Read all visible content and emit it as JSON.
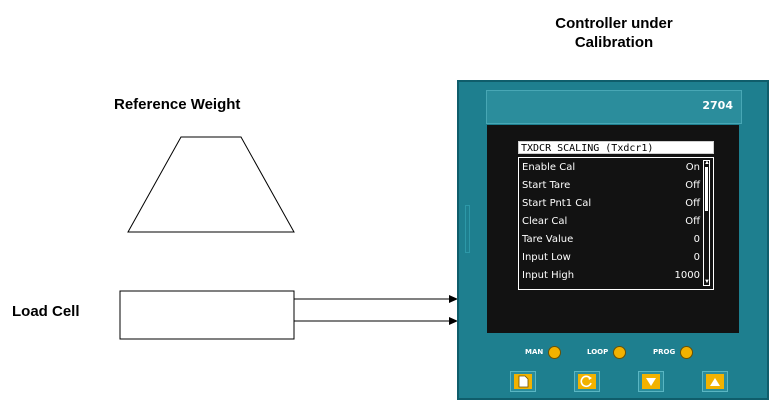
{
  "labels": {
    "reference_weight": "Reference Weight",
    "load_cell": "Load Cell",
    "controller_title_line1": "Controller under",
    "controller_title_line2": "Calibration"
  },
  "controller": {
    "model": "2704",
    "menu_title": "TXDCR SCALING (Txdcr1)",
    "menu_items": [
      {
        "label": "Enable Cal",
        "value": "On"
      },
      {
        "label": "Start Tare",
        "value": "Off"
      },
      {
        "label": "Start Pnt1 Cal",
        "value": "Off"
      },
      {
        "label": "Clear Cal",
        "value": "Off"
      },
      {
        "label": "Tare Value",
        "value": "0"
      },
      {
        "label": "Input Low",
        "value": "0"
      },
      {
        "label": "Input High",
        "value": "1000"
      }
    ],
    "indicators": [
      {
        "label": "MAN"
      },
      {
        "label": "LOOP"
      },
      {
        "label": "PROG"
      }
    ],
    "keys": [
      {
        "icon": "page-icon"
      },
      {
        "icon": "scroll-icon"
      },
      {
        "icon": "down-arrow-icon"
      },
      {
        "icon": "up-arrow-icon"
      }
    ],
    "colors": {
      "body": "#1e7f8f",
      "screen": "#121212",
      "indicator": "#f2b200"
    }
  }
}
